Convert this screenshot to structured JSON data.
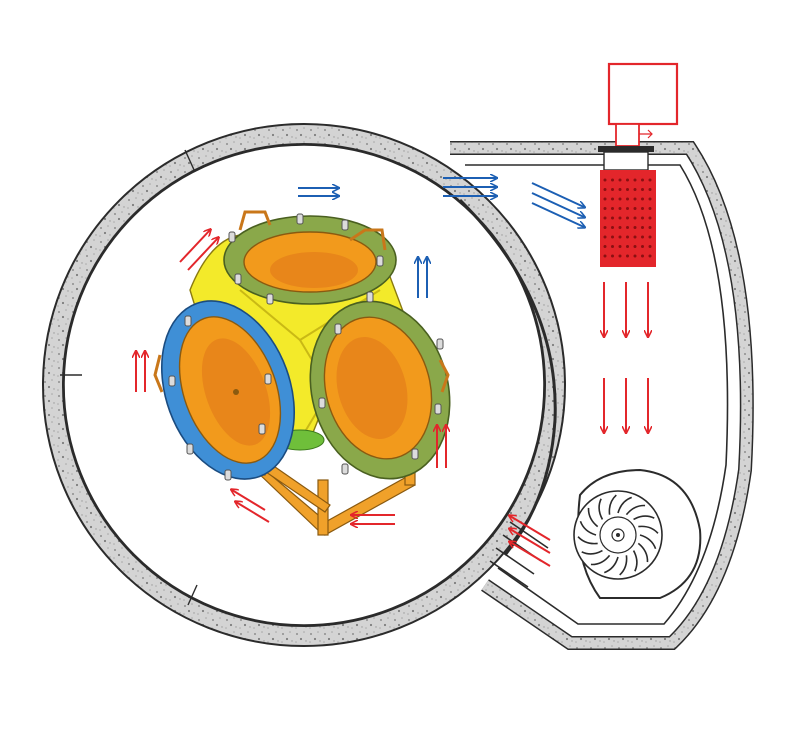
{
  "colors": {
    "background": "#ffffff",
    "wall_fill": "#cfcfcf",
    "wall_stroke": "#2b2b2b",
    "hot_air": "#e3262b",
    "cold_air": "#1c5fb3",
    "heater": "#e3262b",
    "vessel_body": "#f3ea2a",
    "vessel_interior": "#f29a1c",
    "flange_green": "#8aa84a",
    "flange_blue": "#3f8fd6",
    "frame": "#f0a12a",
    "motor": "#e3262b"
  },
  "icons": {
    "chamber": "cylindrical-chamber-icon",
    "duct": "air-duct-icon",
    "motor": "motor-icon",
    "heater": "heating-element-icon",
    "fan": "centrifugal-fan-icon",
    "vessel": "six-way-cross-vessel-icon",
    "hot_arrow": "hot-air-arrow-icon",
    "cold_arrow": "cold-air-arrow-icon"
  },
  "flows": {
    "cold_arrows": 4,
    "hot_arrows_down": 6,
    "hot_arrows_chamber": 6,
    "hot_arrows_return": 5
  }
}
